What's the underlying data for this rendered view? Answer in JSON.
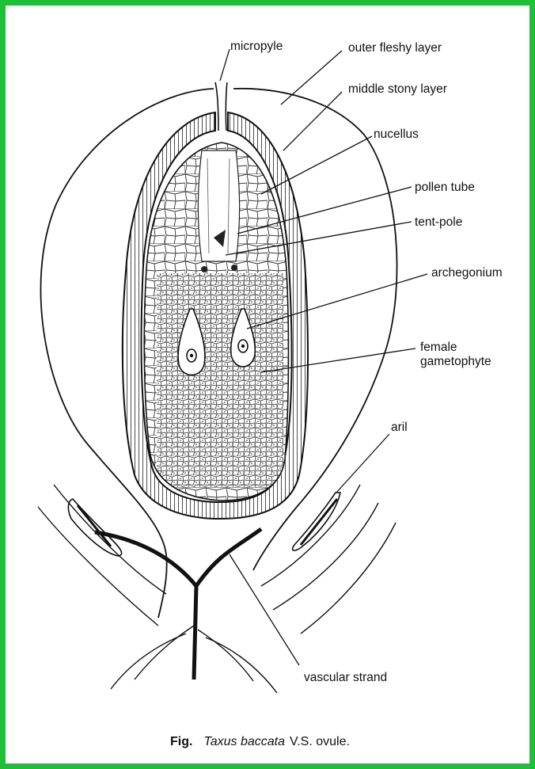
{
  "labels": {
    "micropyle": "micropyle",
    "outer_fleshy_layer": "outer fleshy layer",
    "middle_stony_layer": "middle stony layer",
    "nucellus": "nucellus",
    "pollen_tube": "pollen tube",
    "tent_pole": "tent-pole",
    "archegonium": "archegonium",
    "female_line1": "female",
    "female_line2": "gametophyte",
    "aril": "aril",
    "vascular_strand": "vascular strand"
  },
  "caption": {
    "fig": "Fig.",
    "species": "Taxus baccata",
    "rest": "V.S. ovule."
  },
  "colors": {
    "border": "#1fbf3a",
    "ink": "#111111"
  }
}
